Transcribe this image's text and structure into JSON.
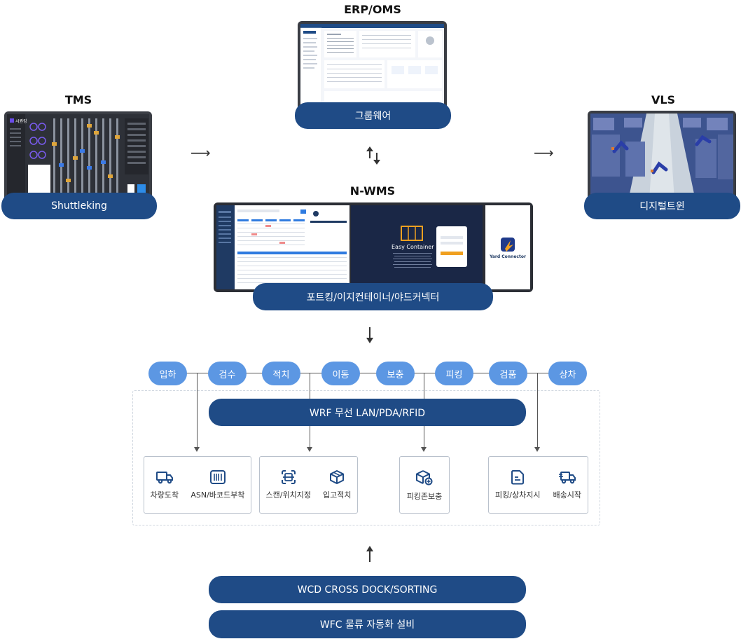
{
  "headings": {
    "erp": "ERP/OMS",
    "tms": "TMS",
    "vls": "VLS",
    "nwms": "N-WMS"
  },
  "systems": {
    "erp_label": "그룹웨어",
    "tms_label": "Shuttleking",
    "vls_label": "디지털트윈",
    "nwms_label": "포트킹/이지컨테이너/야드커넥터"
  },
  "screens": {
    "easy_container_title": "Easy Container",
    "yard_connector_title": "Yard Connector",
    "tms_app_title": "시퀀킹"
  },
  "process_steps": [
    "입하",
    "검수",
    "적치",
    "이동",
    "보충",
    "피킹",
    "검품",
    "상차"
  ],
  "wrf_bar": "WRF 무선 LAN/PDA/RFID",
  "cards": [
    {
      "items": [
        {
          "icon": "truck-icon",
          "label": "차량도착"
        },
        {
          "icon": "barcode-icon",
          "label": "ASN/바코드부착"
        }
      ]
    },
    {
      "items": [
        {
          "icon": "scan-icon",
          "label": "스캔/위치지정"
        },
        {
          "icon": "box-icon",
          "label": "입고적치"
        }
      ]
    },
    {
      "items": [
        {
          "icon": "box-refill-icon",
          "label": "피킹존보충"
        }
      ]
    },
    {
      "items": [
        {
          "icon": "document-icon",
          "label": "피킹/상차지시"
        },
        {
          "icon": "delivery-truck-icon",
          "label": "배송시작"
        }
      ]
    }
  ],
  "bottom_bars": {
    "wcd": "WCD CROSS DOCK/SORTING",
    "wfc": "WFC 물류 자동화 설비"
  },
  "colors": {
    "dark_pill": "#1f4b86",
    "light_pill": "#5c97e3"
  }
}
